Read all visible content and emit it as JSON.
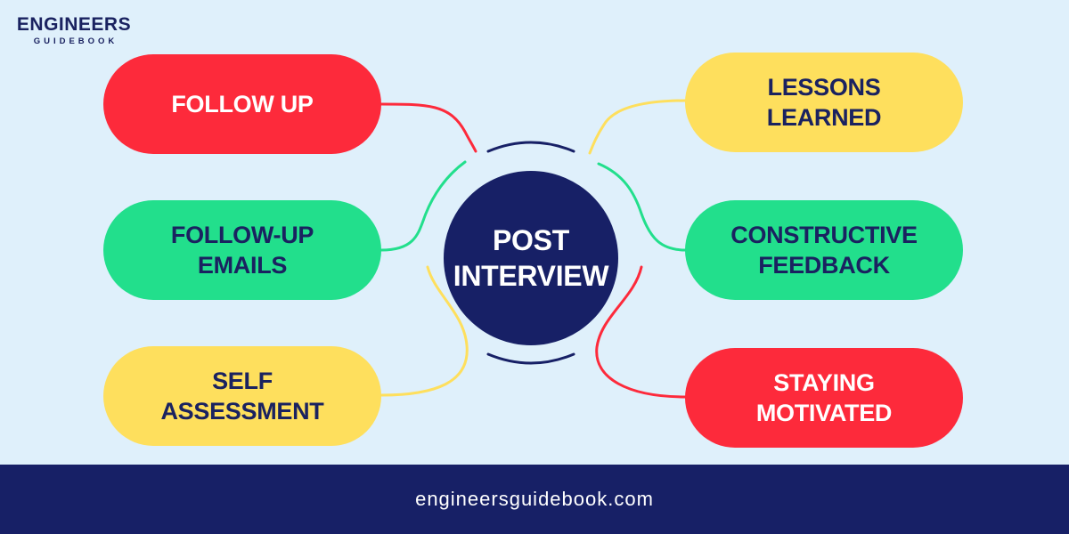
{
  "logo": {
    "main": "ENGINEERS",
    "sub": "GUIDEBOOK"
  },
  "center": {
    "label": "POST\nINTERVIEW",
    "color": "#172066"
  },
  "nodes": [
    {
      "label": "FOLLOW UP",
      "color": "#fd2a3b"
    },
    {
      "label": "FOLLOW-UP\nEMAILS",
      "color": "#22df8c"
    },
    {
      "label": "SELF\nASSESSMENT",
      "color": "#fedf5d"
    },
    {
      "label": "LESSONS\nLEARNED",
      "color": "#fedf5d"
    },
    {
      "label": "CONSTRUCTIVE\nFEEDBACK",
      "color": "#22df8c"
    },
    {
      "label": "STAYING\nMOTIVATED",
      "color": "#fd2a3b"
    }
  ],
  "footer": {
    "url": "engineersguidebook.com"
  }
}
